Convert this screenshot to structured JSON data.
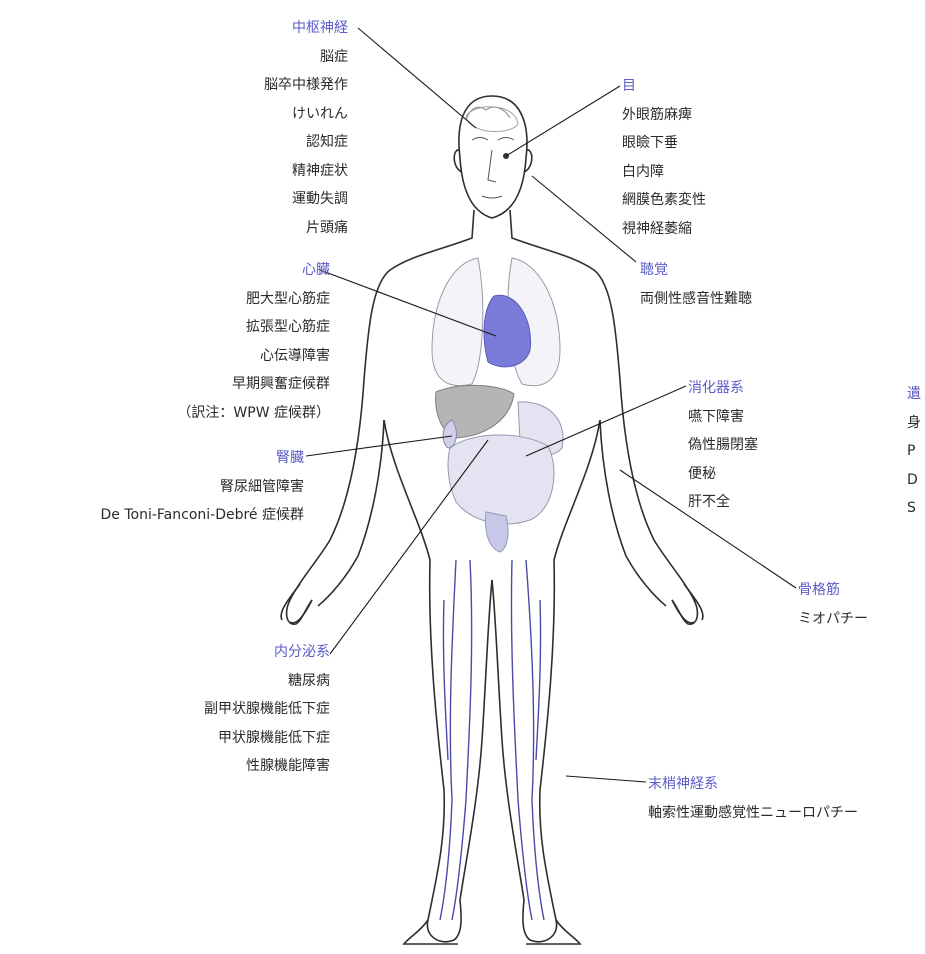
{
  "categories": {
    "cns": {
      "title": "中枢神経",
      "items": [
        "脳症",
        "脳卒中様発作",
        "けいれん",
        "認知症",
        "精神症状",
        "運動失調",
        "片頭痛"
      ]
    },
    "eye": {
      "title": "目",
      "items": [
        "外眼筋麻痺",
        "眼瞼下垂",
        "白内障",
        "網膜色素変性",
        "視神経萎縮"
      ]
    },
    "hearing": {
      "title": "聴覚",
      "items": [
        "両側性感音性難聴"
      ]
    },
    "heart": {
      "title": "心臓",
      "items": [
        "肥大型心筋症",
        "拡張型心筋症",
        "心伝導障害",
        "早期興奮症候群",
        "（訳注：WPW 症候群）"
      ]
    },
    "digestive": {
      "title": "消化器系",
      "items": [
        "嚥下障害",
        "偽性腸閉塞",
        "便秘",
        "肝不全"
      ]
    },
    "kidney": {
      "title": "腎臓",
      "items": [
        "腎尿細管障害",
        "De Toni-Fanconi-Debré 症候群"
      ]
    },
    "muscle": {
      "title": "骨格筋",
      "items": [
        "ミオパチー"
      ]
    },
    "endocrine": {
      "title": "内分泌系",
      "items": [
        "糖尿病",
        "副甲状腺機能低下症",
        "甲状腺機能低下症",
        "性腺機能障害"
      ]
    },
    "peripheral": {
      "title": "末梢神経系",
      "items": [
        "軸索性運動感覚性ニューロパチー"
      ]
    },
    "cutoff": {
      "title": "遺",
      "items": [
        "身",
        "P",
        "D",
        "S"
      ]
    }
  },
  "colors": {
    "category": "#5b5bc9",
    "text": "#2b2b2b",
    "organ_blue": "#7777d8",
    "organ_gray": "#b5b5b5",
    "vein": "#4a4aa8"
  }
}
